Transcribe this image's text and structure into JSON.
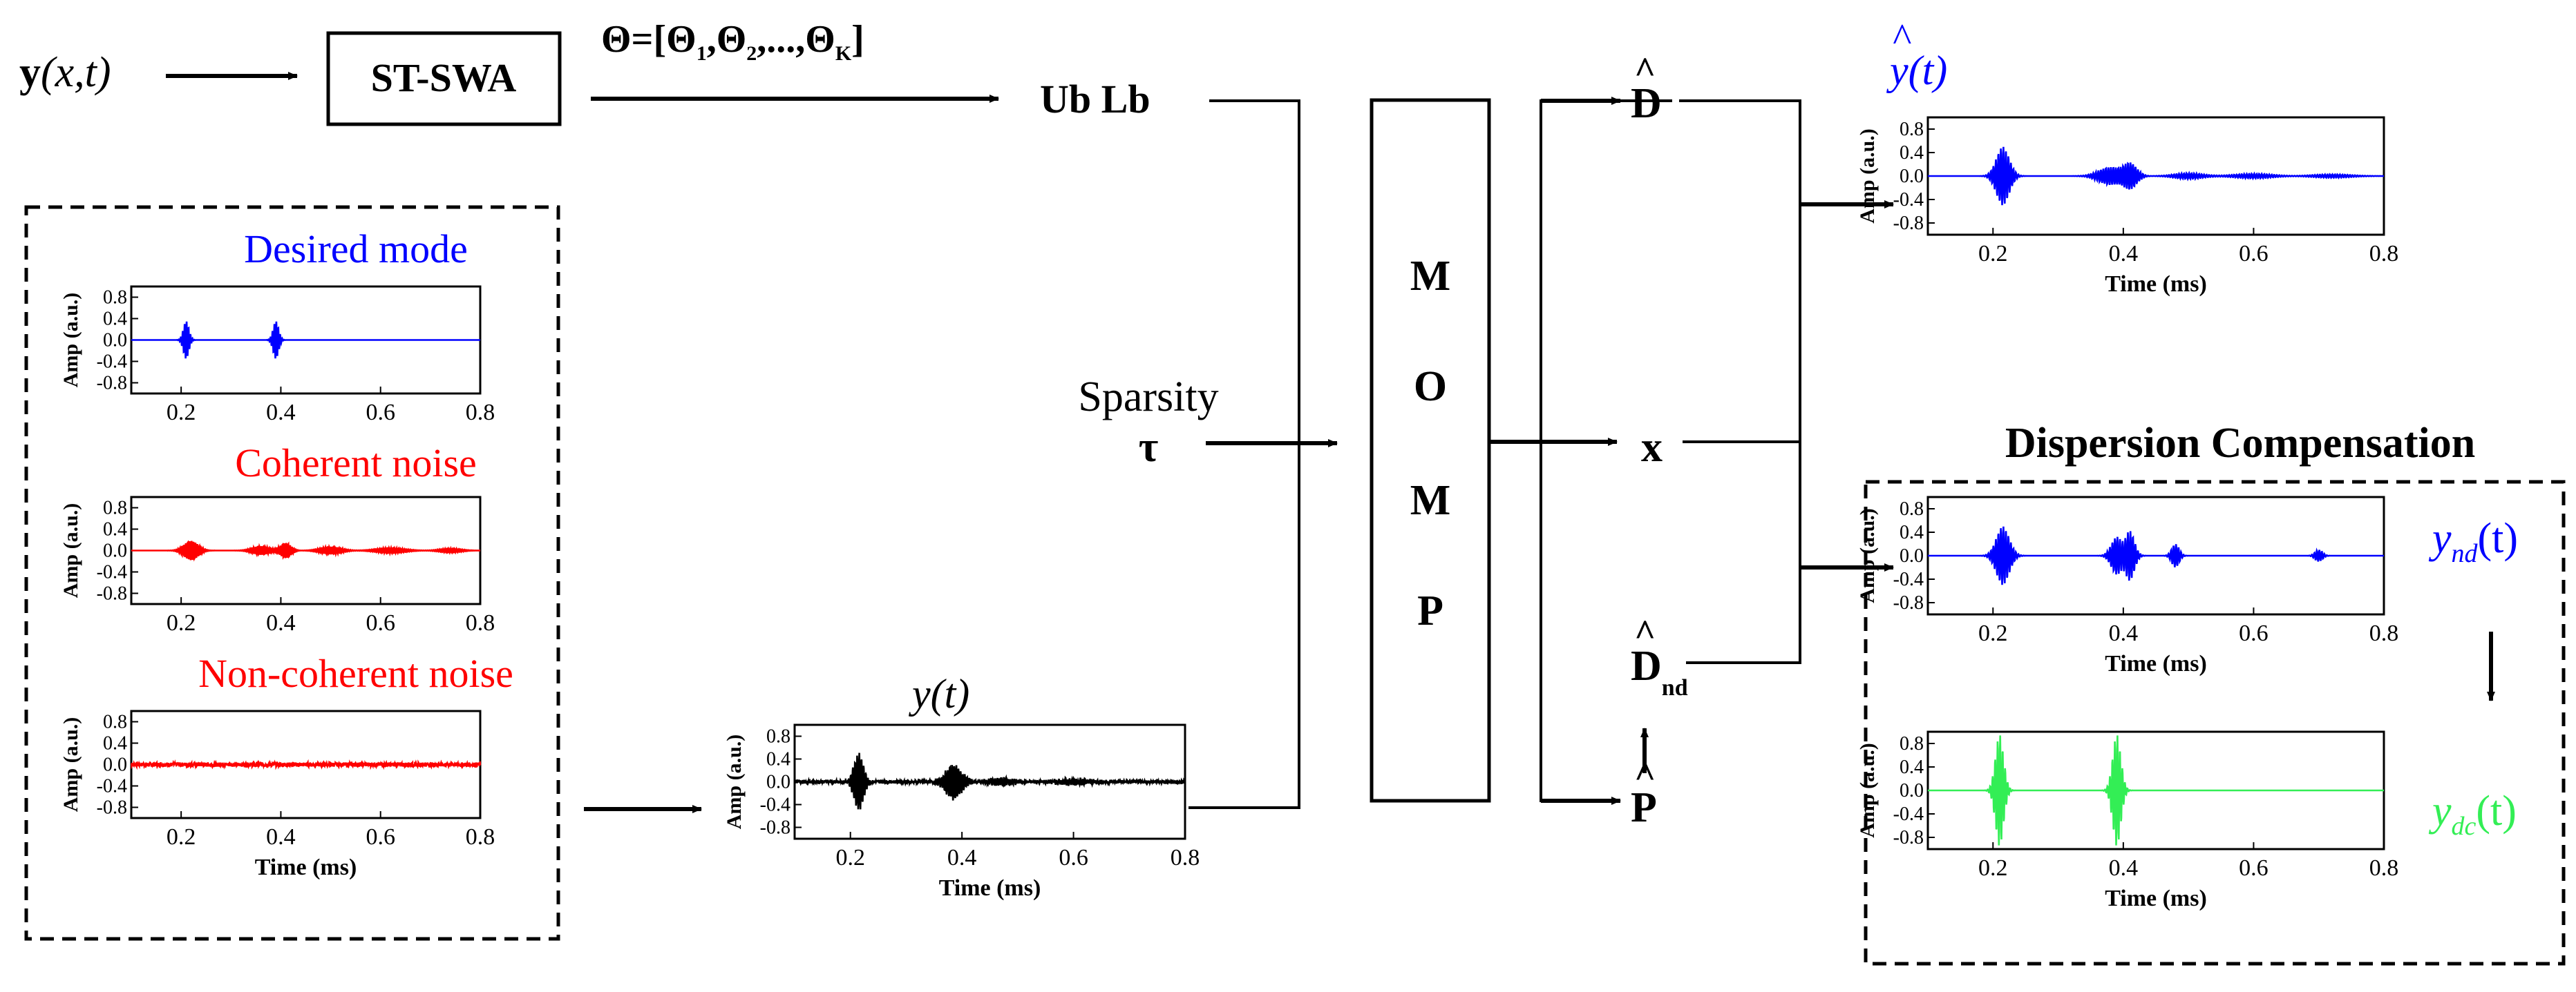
{
  "input": {
    "symbol": "y",
    "args": "(x,t)"
  },
  "st_swa_block": {
    "label": "ST-SWA"
  },
  "theta_set": {
    "prefix": "Θ=[Θ",
    "s1": "1",
    "sep1": ",Θ",
    "s2": "2",
    "dots": ",...,Θ",
    "sK": "K",
    "close": "]"
  },
  "bounds": {
    "label": "Ub Lb"
  },
  "sparsity": {
    "label": "Sparsity",
    "symbol": "τ"
  },
  "momp_block": {
    "letters": [
      "M",
      "O",
      "M",
      "P"
    ]
  },
  "outputs": {
    "d_hat": {
      "label": "D",
      "hat": "^"
    },
    "x": {
      "label": "x"
    },
    "d_nd_hat": {
      "label": "D",
      "sub": "nd",
      "hat": "^"
    },
    "p_hat": {
      "label": "P",
      "hat": "^"
    }
  },
  "dispersion_title": "Dispersion Compensation",
  "colors": {
    "blue": "#0000ff",
    "red": "#ff0000",
    "green": "#33ee55",
    "black": "#000000"
  },
  "signal_plots": [
    {
      "id": "desired",
      "title": "Desired mode",
      "color": "#0000ff",
      "ylabel": "Amp (a.u.)",
      "xlabel": "",
      "xlim": [
        0.1,
        0.8
      ],
      "ylim": [
        -1.0,
        1.0
      ],
      "yticks": [
        "0.8",
        "0.4",
        "0.0",
        "-0.4",
        "-0.8"
      ],
      "xticks": [
        "0.2",
        "0.4",
        "0.6",
        "0.8"
      ],
      "packets": [
        {
          "t": 0.21,
          "amp": 0.35,
          "width": 0.008
        },
        {
          "t": 0.39,
          "amp": 0.35,
          "width": 0.008
        }
      ],
      "noise": 0.0
    },
    {
      "id": "coherent",
      "title": "Coherent noise",
      "color": "#ff0000",
      "ylabel": "Amp (a.u.)",
      "xlabel": "",
      "xlim": [
        0.1,
        0.8
      ],
      "ylim": [
        -1.0,
        1.0
      ],
      "yticks": [
        "0.8",
        "0.4",
        "0.0",
        "-0.4",
        "-0.8"
      ],
      "xticks": [
        "0.2",
        "0.4",
        "0.6",
        "0.8"
      ],
      "packets": [
        {
          "t": 0.22,
          "amp": 0.18,
          "width": 0.02
        },
        {
          "t": 0.36,
          "amp": 0.08,
          "width": 0.025
        },
        {
          "t": 0.41,
          "amp": 0.14,
          "width": 0.015
        },
        {
          "t": 0.5,
          "amp": 0.07,
          "width": 0.03
        },
        {
          "t": 0.62,
          "amp": 0.05,
          "width": 0.04
        },
        {
          "t": 0.74,
          "amp": 0.04,
          "width": 0.03
        }
      ],
      "noise": 0.0
    },
    {
      "id": "noncoherent",
      "title": "Non-coherent noise",
      "color": "#ff0000",
      "ylabel": "Amp (a.u.)",
      "xlabel": "Time (ms)",
      "xlim": [
        0.1,
        0.8
      ],
      "ylim": [
        -1.0,
        1.0
      ],
      "yticks": [
        "0.8",
        "0.4",
        "0.0",
        "-0.4",
        "-0.8"
      ],
      "xticks": [
        "0.2",
        "0.4",
        "0.6",
        "0.8"
      ],
      "packets": [],
      "noise": 0.04
    },
    {
      "id": "measured",
      "title": "y(t)",
      "color": "#000000",
      "ylabel": "Amp (a.u.)",
      "xlabel": "Time (ms)",
      "xlim": [
        0.1,
        0.8
      ],
      "ylim": [
        -1.0,
        1.0
      ],
      "yticks": [
        "0.8",
        "0.4",
        "0.0",
        "-0.4",
        "-0.8"
      ],
      "xticks": [
        "0.2",
        "0.4",
        "0.6",
        "0.8"
      ],
      "packets": [
        {
          "t": 0.215,
          "amp": 0.5,
          "width": 0.012
        },
        {
          "t": 0.385,
          "amp": 0.3,
          "width": 0.02
        },
        {
          "t": 0.47,
          "amp": 0.06,
          "width": 0.03
        },
        {
          "t": 0.6,
          "amp": 0.05,
          "width": 0.04
        }
      ],
      "noise": 0.03
    },
    {
      "id": "reconstructed",
      "title": "y(t)",
      "color": "#0000ff",
      "ylabel": "Amp (a.u.)",
      "xlabel": "Time (ms)",
      "xlim": [
        0.1,
        0.8
      ],
      "ylim": [
        -1.0,
        1.0
      ],
      "yticks": [
        "0.8",
        "0.4",
        "0.0",
        "-0.4",
        "-0.8"
      ],
      "xticks": [
        "0.2",
        "0.4",
        "0.6",
        "0.8"
      ],
      "packets": [
        {
          "t": 0.215,
          "amp": 0.5,
          "width": 0.014
        },
        {
          "t": 0.38,
          "amp": 0.15,
          "width": 0.025
        },
        {
          "t": 0.41,
          "amp": 0.22,
          "width": 0.015
        },
        {
          "t": 0.5,
          "amp": 0.05,
          "width": 0.03
        },
        {
          "t": 0.6,
          "amp": 0.04,
          "width": 0.04
        },
        {
          "t": 0.72,
          "amp": 0.03,
          "width": 0.04
        }
      ],
      "noise": 0.0
    },
    {
      "id": "nondispersive",
      "title": "",
      "color": "#0000ff",
      "ylabel": "Amp (a.u.)",
      "xlabel": "Time (ms)",
      "xlim": [
        0.1,
        0.8
      ],
      "ylim": [
        -1.0,
        1.0
      ],
      "yticks": [
        "0.8",
        "0.4",
        "0.0",
        "-0.4",
        "-0.8"
      ],
      "xticks": [
        "0.2",
        "0.4",
        "0.6",
        "0.8"
      ],
      "packets": [
        {
          "t": 0.215,
          "amp": 0.5,
          "width": 0.014
        },
        {
          "t": 0.39,
          "amp": 0.32,
          "width": 0.012
        },
        {
          "t": 0.41,
          "amp": 0.42,
          "width": 0.01
        },
        {
          "t": 0.48,
          "amp": 0.2,
          "width": 0.008
        },
        {
          "t": 0.7,
          "amp": 0.1,
          "width": 0.008
        }
      ],
      "noise": 0.0
    },
    {
      "id": "compensated",
      "title": "",
      "color": "#33ee55",
      "ylabel": "Amp (a.u.)",
      "xlabel": "Time (ms)",
      "xlim": [
        0.1,
        0.8
      ],
      "ylim": [
        -1.0,
        1.0
      ],
      "yticks": [
        "0.8",
        "0.4",
        "0.0",
        "-0.4",
        "-0.8"
      ],
      "xticks": [
        "0.2",
        "0.4",
        "0.6",
        "0.8"
      ],
      "packets": [
        {
          "t": 0.21,
          "amp": 0.95,
          "width": 0.009
        },
        {
          "t": 0.39,
          "amp": 0.95,
          "width": 0.009
        }
      ],
      "noise": 0.0
    }
  ],
  "labels": {
    "y_nd": {
      "symbol": "y",
      "sub": "nd",
      "args": "(t)"
    },
    "y_dc": {
      "symbol": "y",
      "sub": "dc",
      "args": "(t)"
    },
    "y_t_top": {
      "symbol": "y",
      "args": "(t)",
      "hat": "^"
    },
    "y_t_mid": {
      "symbol": "y",
      "args": "(t)"
    }
  }
}
